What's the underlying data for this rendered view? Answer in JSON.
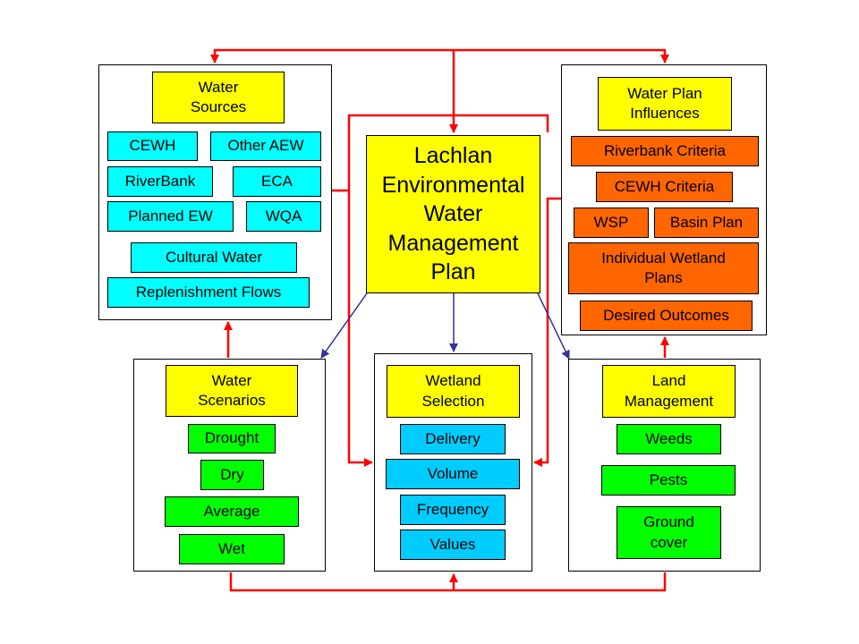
{
  "colors": {
    "yellow": "#ffff00",
    "cyan": "#00ffff",
    "orange": "#ff6600",
    "green": "#00ff00",
    "blue": "#00ccff",
    "red_arrow": "#ff0000",
    "blue_arrow": "#333399"
  },
  "center": {
    "title": "Lachlan\nEnvironmental\nWater\nManagement\nPlan"
  },
  "water_sources": {
    "header": "Water\nSources",
    "items": [
      "CEWH",
      "Other AEW",
      "RiverBank",
      "ECA",
      "Planned EW",
      "WQA",
      "Cultural Water",
      "Replenishment Flows"
    ]
  },
  "water_plan_influences": {
    "header": "Water Plan\nInfluences",
    "items": [
      "Riverbank Criteria",
      "CEWH Criteria",
      "WSP",
      "Basin Plan",
      "Individual Wetland\nPlans",
      "Desired Outcomes"
    ]
  },
  "water_scenarios": {
    "header": "Water\nScenarios",
    "items": [
      "Drought",
      "Dry",
      "Average",
      "Wet"
    ]
  },
  "wetland_selection": {
    "header": "Wetland\nSelection",
    "items": [
      "Delivery",
      "Volume",
      "Frequency",
      "Values"
    ]
  },
  "land_management": {
    "header": "Land\nManagement",
    "items": [
      "Weeds",
      "Pests",
      "Ground\ncover"
    ]
  }
}
